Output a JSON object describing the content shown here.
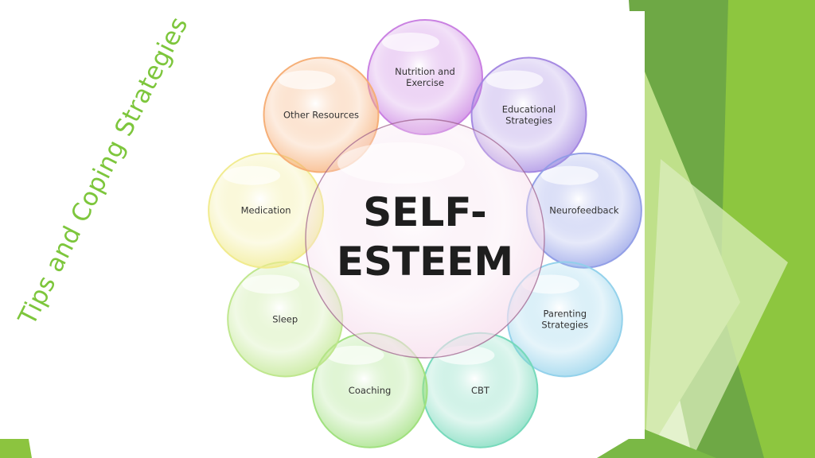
{
  "title": "Tips and Coping Strategies",
  "center": {
    "lines": [
      "SELF-",
      "ESTEEM"
    ],
    "color": "#f6dcec"
  },
  "nodes": [
    {
      "id": "nutrition",
      "lines": [
        "Nutrition and",
        "Exercise"
      ],
      "color": "#c77be0"
    },
    {
      "id": "educational",
      "lines": [
        "Educational",
        "Strategies"
      ],
      "color": "#a184e0"
    },
    {
      "id": "neurofeedback",
      "lines": [
        "Neurofeedback"
      ],
      "color": "#8f9ce6"
    },
    {
      "id": "parenting",
      "lines": [
        "Parenting",
        "Strategies"
      ],
      "color": "#8fd0ea"
    },
    {
      "id": "cbt",
      "lines": [
        "CBT"
      ],
      "color": "#72d8b8"
    },
    {
      "id": "coaching",
      "lines": [
        "Coaching"
      ],
      "color": "#9ddf7a"
    },
    {
      "id": "sleep",
      "lines": [
        "Sleep"
      ],
      "color": "#bde68a"
    },
    {
      "id": "medication",
      "lines": [
        "Medication"
      ],
      "color": "#f0ea8a"
    },
    {
      "id": "other-resources",
      "lines": [
        "Other Resources"
      ],
      "color": "#f6ac72"
    }
  ],
  "theme": {
    "accent": "#7dc63c",
    "dark_green": "#4f8f2a"
  }
}
